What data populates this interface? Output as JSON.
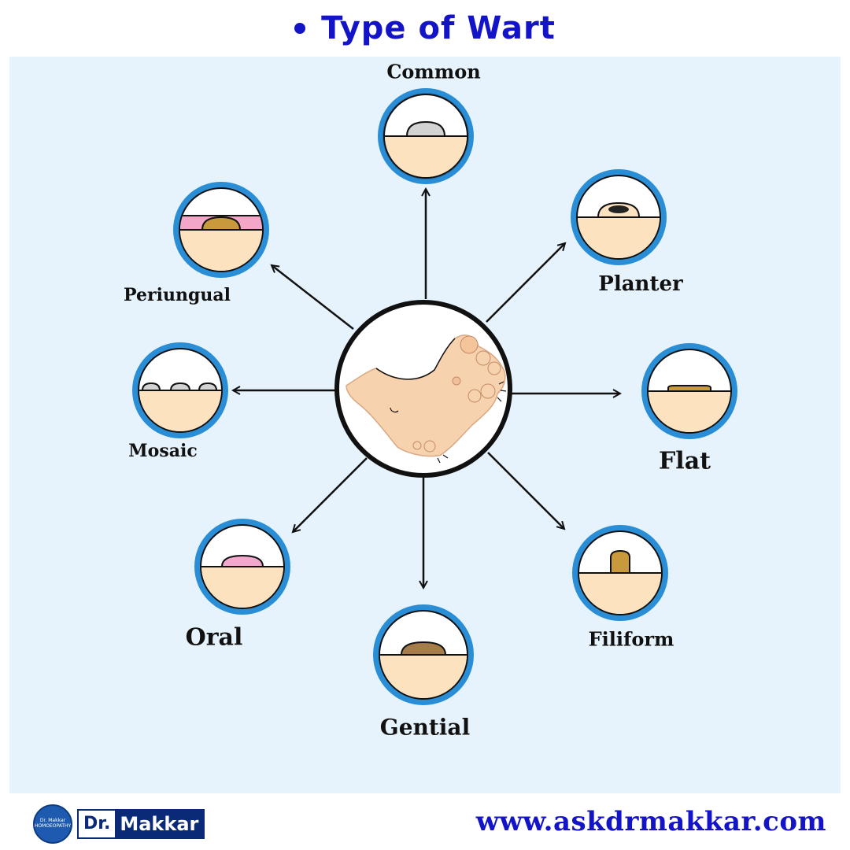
{
  "title": "Type of Wart",
  "center_image": {
    "icon": "foot-with-warts"
  },
  "wart_types": [
    {
      "label": "Common",
      "wart_color": "#d3d3d3",
      "shape": "dome"
    },
    {
      "label": "Planter",
      "wart_color": "#a9784e",
      "shape": "dark-dome"
    },
    {
      "label": "Flat",
      "wart_color": "#c99a3c",
      "shape": "flat"
    },
    {
      "label": "Filiform",
      "wart_color": "#c99a3c",
      "shape": "finger"
    },
    {
      "label": "Gential",
      "wart_color": "#a67c4a",
      "shape": "dome"
    },
    {
      "label": "Oral",
      "wart_color": "#f2a7cc",
      "shape": "dome"
    },
    {
      "label": "Mosaic",
      "wart_color": "#d3d3d3",
      "shape": "multi-bumps"
    },
    {
      "label": "Periungual",
      "wart_color": "#c99a3c",
      "shape": "nail-dome"
    }
  ],
  "colors": {
    "title": "#1313c8",
    "panel_bg": "#e6f3fc",
    "skin": "#fde2bf",
    "ring": "#2a8ed6",
    "nail": "#f4a6c8"
  },
  "footer": {
    "logo_text_top": "Dr. Makkar",
    "logo_text_bottom": "HOMOEOPATHY",
    "logo_dr": "Dr.",
    "logo_name": "Makkar",
    "website": "www.askdrmakkar.com"
  }
}
